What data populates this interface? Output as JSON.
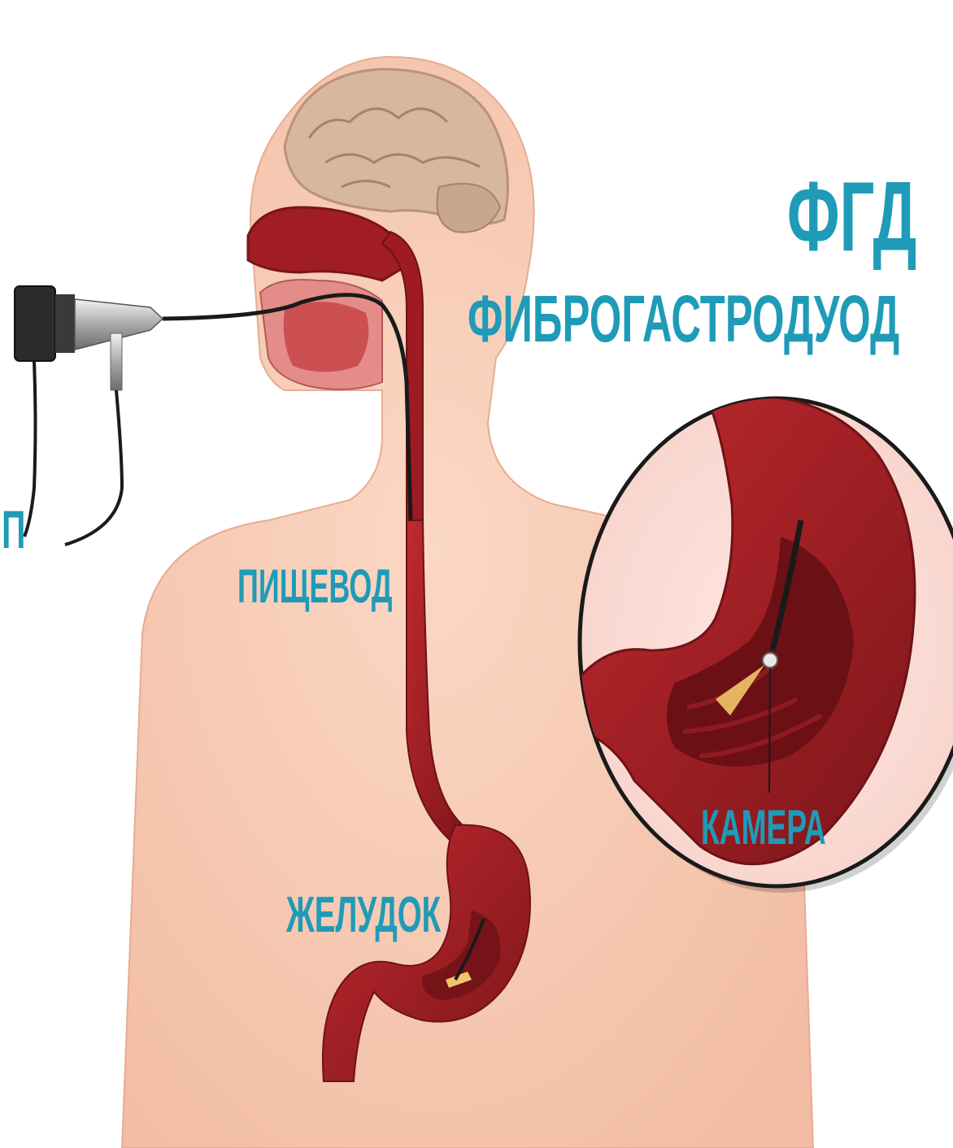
{
  "title": "ФГД",
  "subtitle": "ФИБРОГАСТРОДУОД",
  "labels": {
    "probe": "П",
    "esophagus": "ПИЩЕВОД",
    "stomach": "ЖЕЛУДОК",
    "camera": "КАМЕРА"
  },
  "colors": {
    "text": "#1f9bb7",
    "skin": "#f6c9b2",
    "organ": "#a51d24",
    "organ_dark": "#6e1217",
    "background": "#ffffff",
    "brain": "#d8b8a0"
  }
}
